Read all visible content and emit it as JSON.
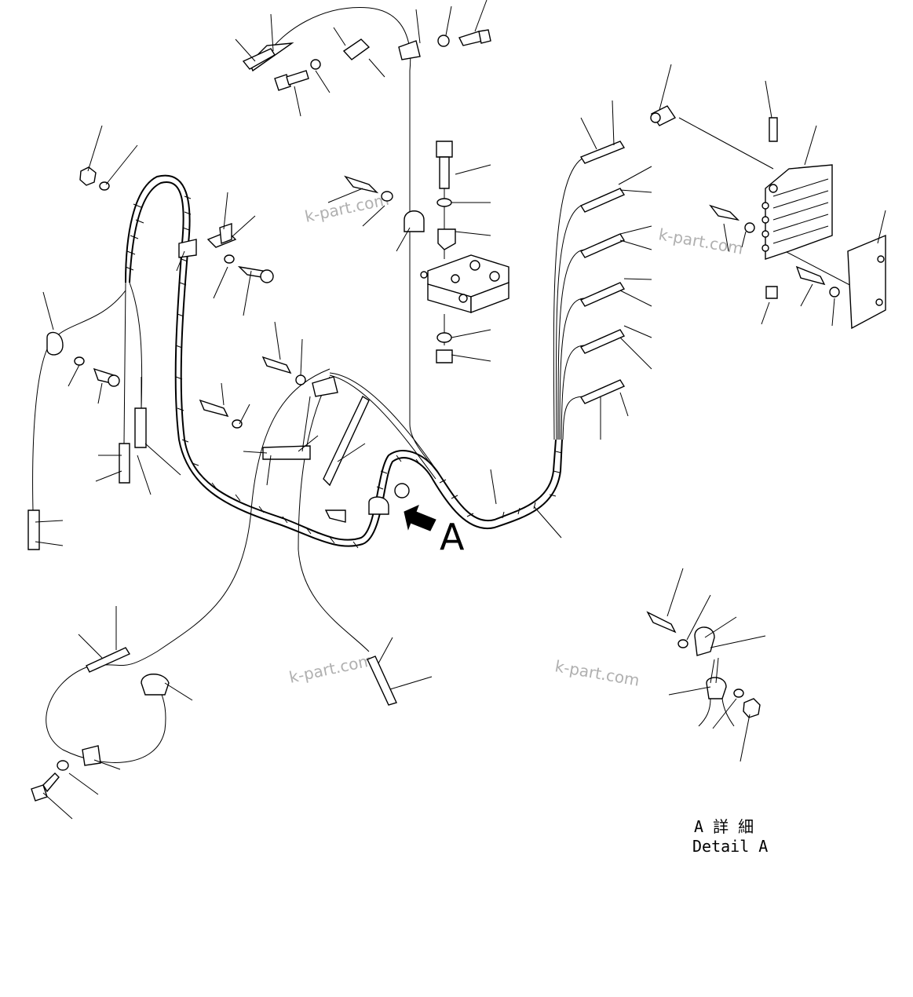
{
  "view_marker": "A",
  "detail_caption": {
    "line1": "A 詳 細",
    "line2": "Detail A"
  },
  "watermarks": [
    "k-part.com",
    "k-part.com",
    "k-part.com",
    "k-part.com"
  ],
  "colors": {
    "line": "#000000",
    "watermark": "#b0b0b0",
    "background": "#ffffff"
  }
}
